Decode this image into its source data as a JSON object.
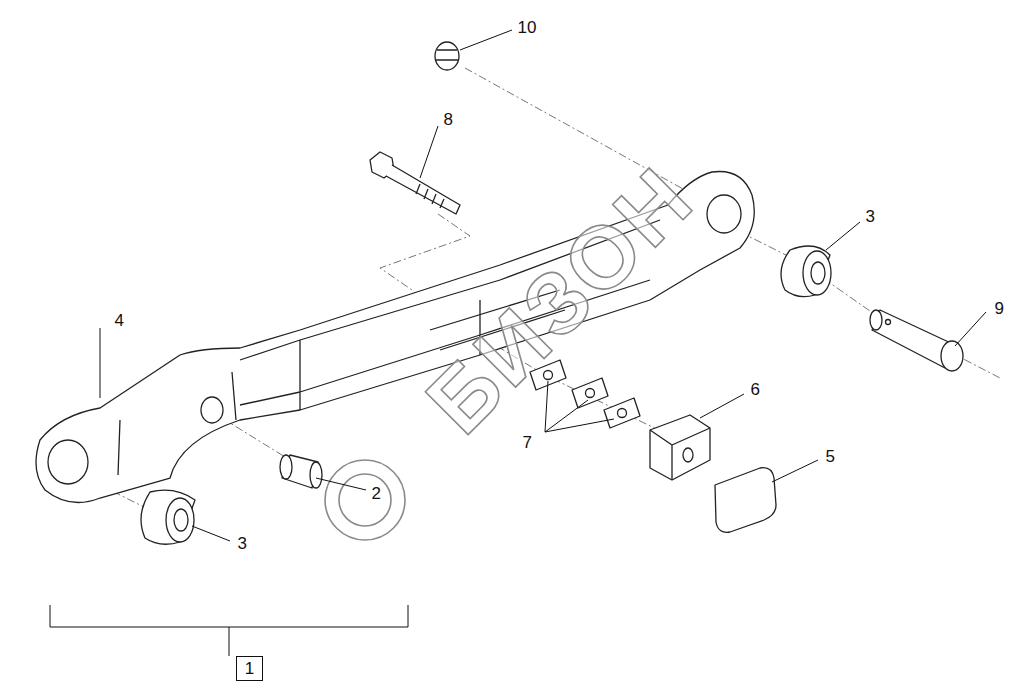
{
  "diagram": {
    "nodes": [
      {
        "text": [
          "1"
        ]
      }
    ],
    "edges": [],
    "labels": [
      "10",
      "8",
      "3",
      "9",
      "4",
      "6",
      "7",
      "5",
      "2",
      "3",
      "БИЗОН"
    ]
  }
}
